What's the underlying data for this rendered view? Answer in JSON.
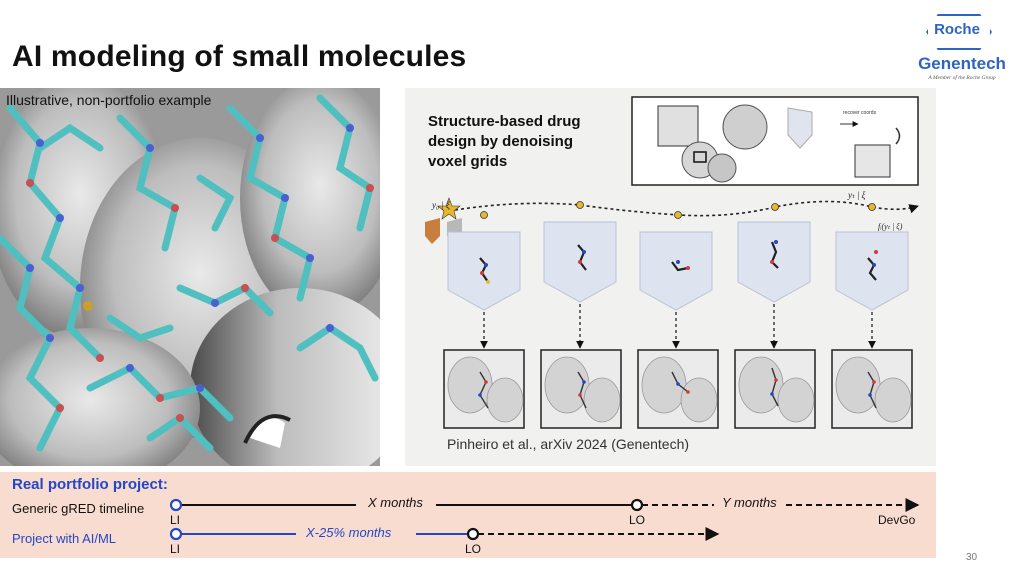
{
  "slide": {
    "title": "AI modeling of small molecules",
    "page_number": "30"
  },
  "logo": {
    "brand_top": "Roche",
    "brand_bottom": "Genentech",
    "tagline": "A Member of the Roche Group"
  },
  "left_panel": {
    "caption": "Illustrative, non-portfolio example"
  },
  "right_panel": {
    "title_lines": [
      "Structure-based drug",
      "design by denoising",
      "voxel grids"
    ],
    "trajectory_start_label": "y₀ | ξ",
    "trajectory_end_label": "yₜ | ξ",
    "trajectory_func_label": "fᵢ(yₜ | ξ)",
    "inset_label": "recover coords",
    "citation": "Pinheiro et al., arXiv 2024 (Genentech)"
  },
  "timeline": {
    "heading": "Real portfolio project:",
    "row1": {
      "label": "Generic gRED timeline",
      "start": "LI",
      "segment1": "X months",
      "mid": "LO",
      "segment2": "Y months",
      "end": "DevGo"
    },
    "row2": {
      "label": "Project with AI/ML",
      "start": "LI",
      "segment1": "X-25% months",
      "mid": "LO"
    }
  },
  "colors": {
    "accent_blue": "#2446c8",
    "logo_blue": "#2f64c2",
    "timeline_bg": "#f9dcd0",
    "panel_bg": "#f1f1ef",
    "molecule_teal": "#4fbfc0"
  }
}
